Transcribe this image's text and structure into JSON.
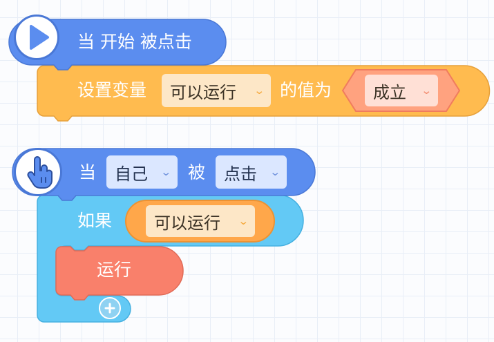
{
  "colors": {
    "event_blue": "#5b8def",
    "variable_orange": "#ffbb4f",
    "condition_orange": "#ffa74a",
    "operator_salmon": "#ff9f7f",
    "control_cyan": "#63c9f5",
    "action_coral": "#f9806b",
    "grid": "#e8eef7"
  },
  "script1": {
    "hat": {
      "icon": "play-icon",
      "label": "当 开始 被点击"
    },
    "set_block": {
      "label_before": "设置变量",
      "variable_dropdown": "可以运行",
      "label_after": "的值为",
      "boolean_dropdown": "成立"
    }
  },
  "script2": {
    "hat": {
      "icon": "hand-pointer-icon",
      "label_when": "当",
      "target_dropdown": "自己",
      "label_is": "被",
      "event_dropdown": "点击"
    },
    "if_block": {
      "label": "如果",
      "condition_dropdown": "可以运行",
      "body": {
        "action_label": "运行"
      },
      "add_icon": "plus-icon"
    }
  }
}
